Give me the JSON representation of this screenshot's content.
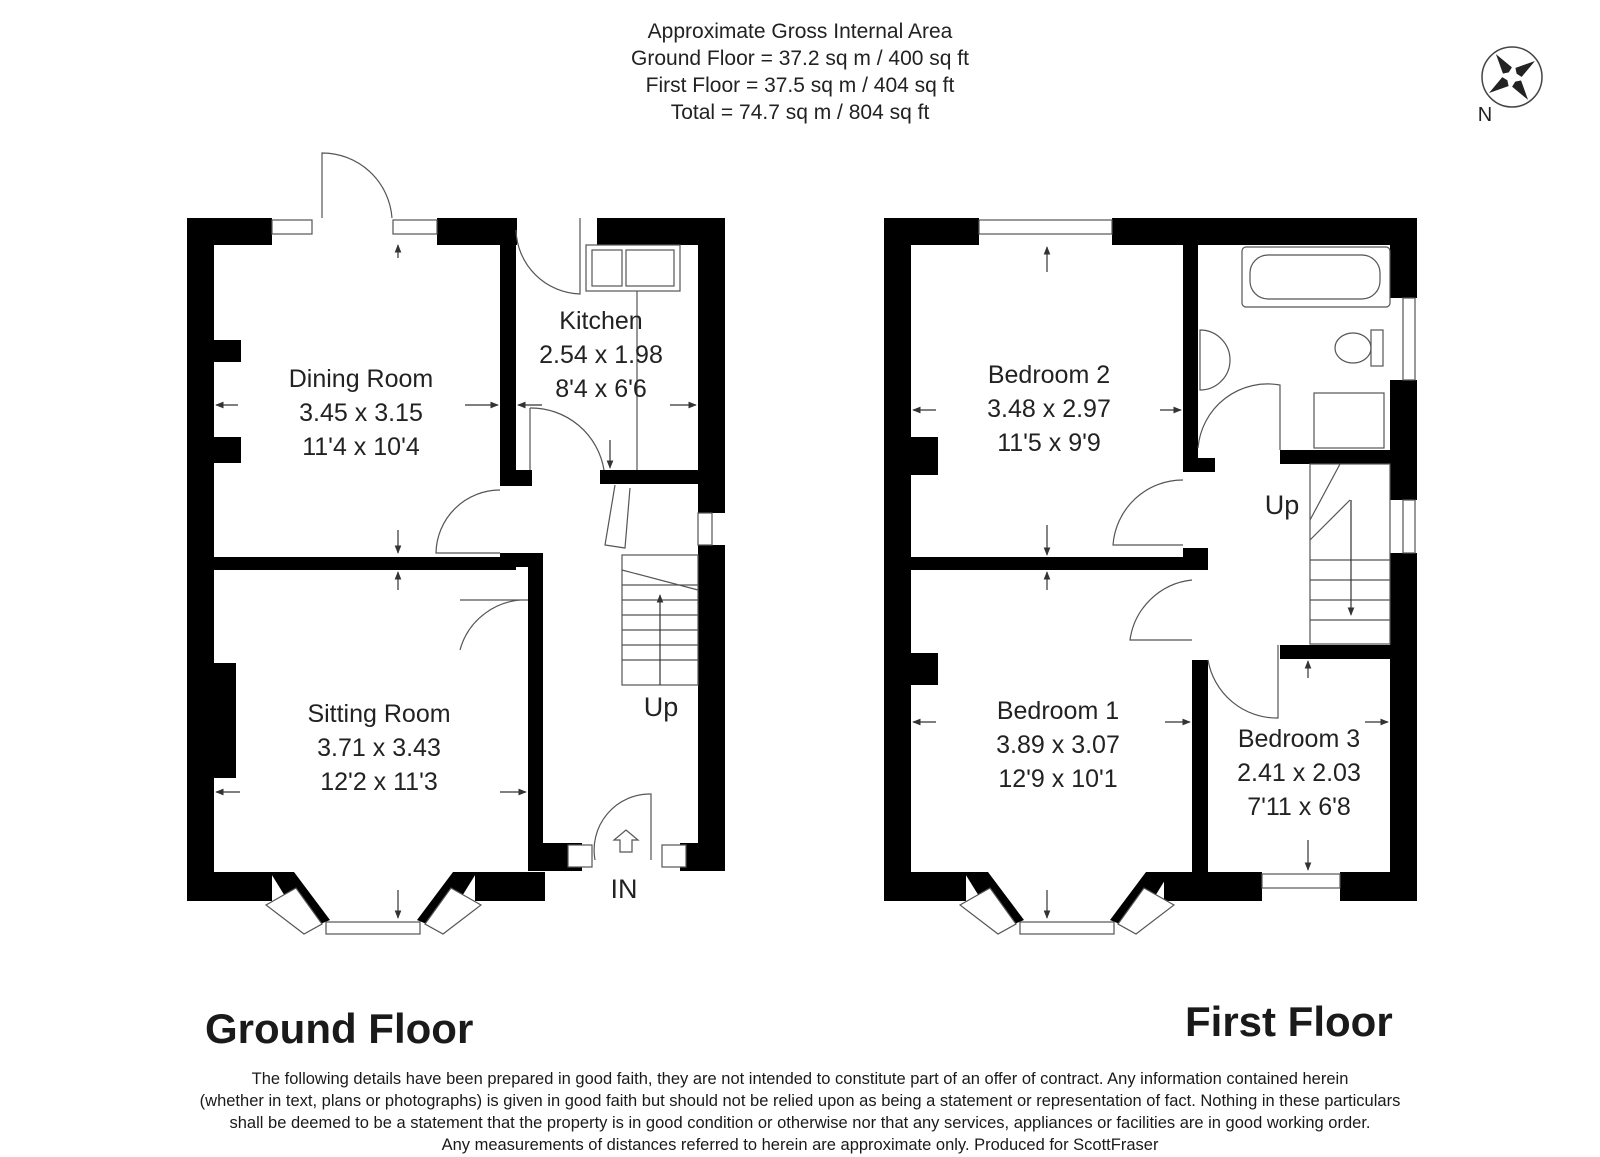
{
  "area": {
    "heading": "Approximate Gross Internal Area",
    "ground": "Ground Floor = 37.2 sq m / 400 sq ft",
    "first": "First Floor = 37.5 sq m / 404 sq ft",
    "total": "Total = 74.7 sq m / 804 sq ft"
  },
  "compass": {
    "label": "N"
  },
  "ground_floor": {
    "title": "Ground Floor",
    "entrance_label": "IN",
    "stairs_label": "Up",
    "rooms": {
      "dining": {
        "name": "Dining Room",
        "metric": "3.45 x 3.15",
        "imperial": "11'4 x 10'4"
      },
      "kitchen": {
        "name": "Kitchen",
        "metric": "2.54 x 1.98",
        "imperial": "8'4 x 6'6"
      },
      "sitting": {
        "name": "Sitting Room",
        "metric": "3.71 x 3.43",
        "imperial": "12'2 x 11'3"
      }
    }
  },
  "first_floor": {
    "title": "First Floor",
    "stairs_label": "Up",
    "rooms": {
      "bedroom2": {
        "name": "Bedroom 2",
        "metric": "3.48 x 2.97",
        "imperial": "11'5 x 9'9"
      },
      "bedroom1": {
        "name": "Bedroom 1",
        "metric": "3.89 x 3.07",
        "imperial": "12'9 x 10'1"
      },
      "bedroom3": {
        "name": "Bedroom 3",
        "metric": "2.41 x 2.03",
        "imperial": "7'11 x 6'8"
      }
    }
  },
  "disclaimer": {
    "line1": "The following details have been prepared in good faith, they are not intended to constitute part of an offer of contract. Any information contained herein",
    "line2": "(whether in text, plans or photographs) is given in good faith but should not be relied upon as being a statement or representation of fact. Nothing in these particulars",
    "line3": "shall be deemed to be a statement that the property is in good condition or otherwise nor that any services, appliances or facilities are in good working order.",
    "line4": "Any measurements of distances referred to herein are approximate only. Produced for ScottFraser"
  }
}
